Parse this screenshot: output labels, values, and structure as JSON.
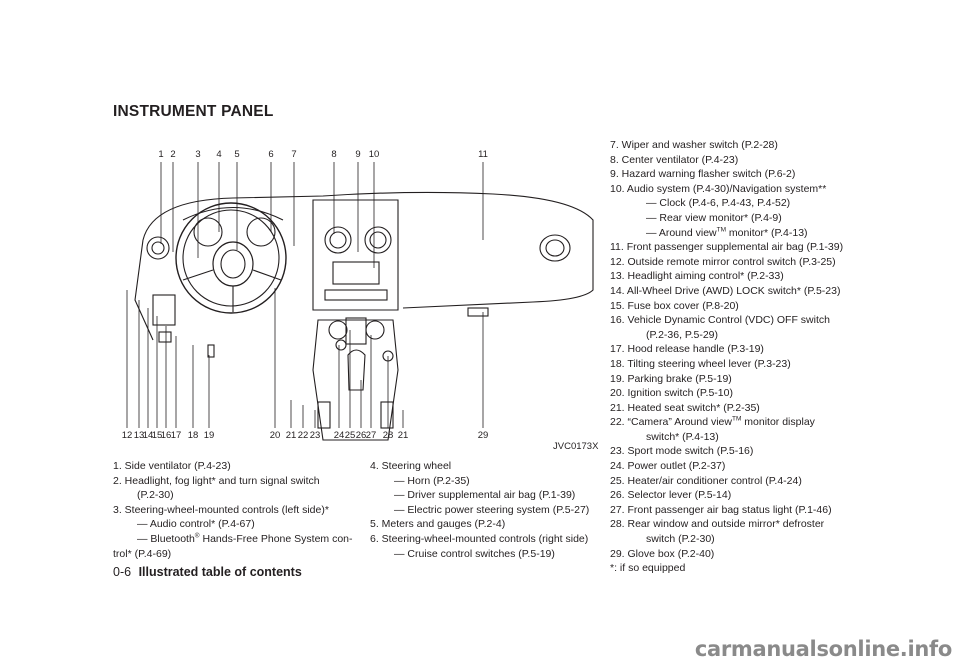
{
  "heading": "INSTRUMENT PANEL",
  "figure": {
    "code": "JVC0173X",
    "top_callouts": [
      "1",
      "2",
      "3",
      "4",
      "5",
      "6",
      "7",
      "8",
      "9",
      "10",
      "11"
    ],
    "bottom_callouts": [
      "12",
      "13",
      "14",
      "15",
      "16",
      "17",
      "18",
      "19",
      "20",
      "21",
      "22",
      "23",
      "24",
      "25",
      "26",
      "27",
      "28",
      "21",
      "29"
    ]
  },
  "legend_left": [
    {
      "text": "1.   Side ventilator (P.4-23)",
      "indent": 0
    },
    {
      "text": "2.   Headlight, fog light* and turn signal switch",
      "indent": 0
    },
    {
      "text": "(P.2-30)",
      "indent": 1
    },
    {
      "text": "3.   Steering-wheel-mounted controls (left side)*",
      "indent": 0
    },
    {
      "text": "— Audio control* (P.4-67)",
      "indent": 1
    },
    {
      "text": "— Bluetooth® Hands-Free Phone System con-",
      "indent": 1
    },
    {
      "text": "trol* (P.4-69)",
      "indent": 0
    }
  ],
  "legend_middle": [
    {
      "text": "4.   Steering wheel",
      "indent": 0
    },
    {
      "text": "— Horn (P.2-35)",
      "indent": 1
    },
    {
      "text": "— Driver supplemental air bag (P.1-39)",
      "indent": 1
    },
    {
      "text": "— Electric power steering system (P.5-27)",
      "indent": 1
    },
    {
      "text": "5.   Meters and gauges (P.2-4)",
      "indent": 0
    },
    {
      "text": "6.   Steering-wheel-mounted controls (right side)",
      "indent": 0
    },
    {
      "text": "— Cruise control switches (P.5-19)",
      "indent": 1
    }
  ],
  "legend_right": [
    {
      "text": "7.   Wiper and washer switch (P.2-28)",
      "indent": 0
    },
    {
      "text": "8.   Center ventilator (P.4-23)",
      "indent": 0
    },
    {
      "text": "9.   Hazard warning flasher switch (P.6-2)",
      "indent": 0
    },
    {
      "text": "10.  Audio system (P.4-30)/Navigation system**",
      "indent": 0
    },
    {
      "text": "— Clock (P.4-6, P.4-43, P.4-52)",
      "indent": 2
    },
    {
      "text": "— Rear view monitor* (P.4-9)",
      "indent": 2
    },
    {
      "text": "— Around view™ monitor* (P.4-13)",
      "indent": 2
    },
    {
      "text": "11.  Front passenger supplemental air bag (P.1-39)",
      "indent": 0
    },
    {
      "text": "12.  Outside remote mirror control switch (P.3-25)",
      "indent": 0
    },
    {
      "text": "13.  Headlight aiming control* (P.2-33)",
      "indent": 0
    },
    {
      "text": "14.  All-Wheel Drive (AWD) LOCK switch* (P.5-23)",
      "indent": 0
    },
    {
      "text": "15.  Fuse box cover (P.8-20)",
      "indent": 0
    },
    {
      "text": "16.  Vehicle Dynamic Control (VDC) OFF switch",
      "indent": 0
    },
    {
      "text": "(P.2-36, P.5-29)",
      "indent": 2
    },
    {
      "text": "17.  Hood release handle (P.3-19)",
      "indent": 0
    },
    {
      "text": "18.  Tilting steering wheel lever (P.3-23)",
      "indent": 0
    },
    {
      "text": "19.  Parking brake (P.5-19)",
      "indent": 0
    },
    {
      "text": "20.  Ignition switch (P.5-10)",
      "indent": 0
    },
    {
      "text": "21.  Heated seat switch* (P.2-35)",
      "indent": 0
    },
    {
      "text": "22.  “Camera” Around view™ monitor display",
      "indent": 0
    },
    {
      "text": "switch* (P.4-13)",
      "indent": 2
    },
    {
      "text": "23.  Sport mode switch (P.5-16)",
      "indent": 0
    },
    {
      "text": "24.  Power outlet (P.2-37)",
      "indent": 0
    },
    {
      "text": "25.  Heater/air conditioner control (P.4-24)",
      "indent": 0
    },
    {
      "text": "26.  Selector lever (P.5-14)",
      "indent": 0
    },
    {
      "text": "27.  Front passenger air bag status light (P.1-46)",
      "indent": 0
    },
    {
      "text": "28.  Rear window and outside mirror* defroster",
      "indent": 0
    },
    {
      "text": "switch (P.2-30)",
      "indent": 2
    },
    {
      "text": "29.  Glove box (P.2-40)",
      "indent": 0
    },
    {
      "text": "*:   if so equipped",
      "indent": 0
    }
  ],
  "footer": {
    "page": "0-6",
    "title": "Illustrated table of contents"
  },
  "watermark": "carmanualsonline.info"
}
